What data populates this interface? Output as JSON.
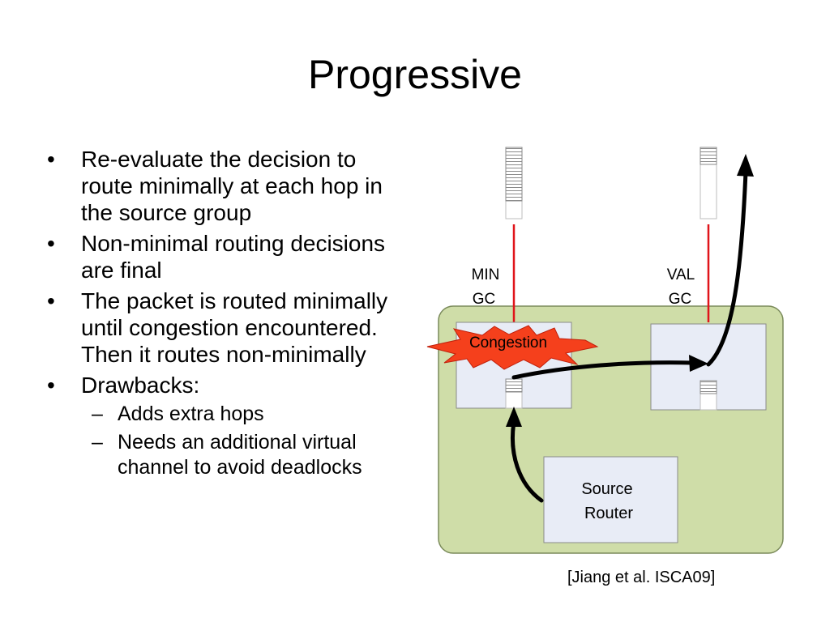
{
  "slide": {
    "title": "Progressive",
    "bullets": [
      "Re-evaluate the decision to route minimally at each hop in the source group",
      "Non-minimal routing decisions are final",
      "The packet is routed minimally until congestion encountered. Then it routes non-minimally",
      "Drawbacks:"
    ],
    "sub_bullets": [
      "Adds extra hops",
      "Needs an additional virtual channel to avoid deadlocks"
    ],
    "bullet_glyph": "•",
    "sub_bullet_glyph": "–"
  },
  "diagram": {
    "min_gc_line1": "MIN",
    "min_gc_line2": "GC",
    "val_gc_line1": "VAL",
    "val_gc_line2": "GC",
    "congestion_label": "Congestion",
    "source_router_line1": "Source",
    "source_router_line2": "Router",
    "colors": {
      "group_fill": "#cfdda8",
      "router_fill": "#e8ecf6",
      "congestion_fill": "#f5401c",
      "link_color": "#e0141a"
    }
  },
  "citation": "[Jiang et al. ISCA09]"
}
